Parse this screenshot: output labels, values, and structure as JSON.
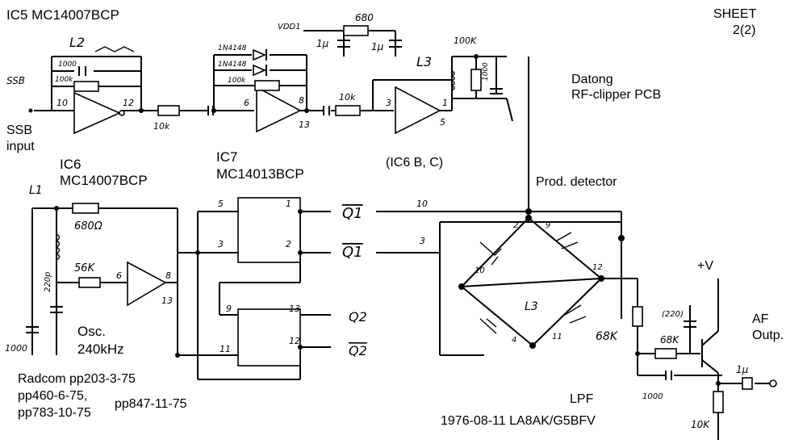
{
  "header": {
    "ic5": "IC5 MC14007BCP",
    "sheet": "SHEET",
    "sheet_num": "2(2)"
  },
  "labels": {
    "vdd": "VDD1",
    "ssb_input_1": "SSB",
    "ssb_input_2": "input",
    "ssb_pin": "SSB",
    "datong_1": "Datong",
    "datong_2": "RF-clipper PCB",
    "ic6bc": "(IC6 B, C)",
    "ic6_1": "IC6",
    "ic6_2": "MC14007BCP",
    "ic7_1": "IC7",
    "ic7_2": "MC14013BCP",
    "prod_det": "Prod. detector",
    "plus_v": "+V",
    "af_1": "AF",
    "af_2": "Outp.",
    "osc_1": "Osc.",
    "osc_2": "240kHz",
    "ref_1": "Radcom pp203-3-75",
    "ref_2": "pp460-6-75,",
    "ref_3": "pp783-10-75",
    "ref_4": "pp847-11-75",
    "lpf": "LPF",
    "date": "1976-08-11 LA8AK/G5BFV"
  },
  "signals": {
    "q1_bar": "Q1",
    "q1_bar_2": "Q1",
    "q2": "Q2",
    "q2_bar": "Q2"
  },
  "components": {
    "r680_top": "680",
    "c1u_a": "1µ",
    "c1u_b": "1µ",
    "r100k_top": "100K",
    "c1000_top": "1000",
    "l3_top": "L3",
    "l2": "L2",
    "c1000_l2": "1000",
    "r100k_l2": "100k",
    "r10k_1": "10k",
    "d1": "1N4148",
    "d2": "1N4148",
    "r100k_ic5b": "100k",
    "r10k_2": "10k",
    "l1": "L1",
    "r680ohm": "680Ω",
    "c220p": "220p",
    "r56k": "56K",
    "c1000_l1": "1000",
    "l3_bridge": "L3",
    "r68k_bridge": "68K",
    "r68k_lpf": "68K",
    "c220_lpf": "(220)",
    "c1000_lpf": "1000",
    "c1u_out": "1µ",
    "r10k_out": "10K"
  },
  "pins": {
    "p10": "10",
    "p12": "12",
    "p6": "6",
    "p8": "8",
    "p13": "13",
    "p3": "3",
    "p1": "1",
    "p5": "5",
    "ic6_6": "6",
    "ic6_8": "8",
    "ic6_13": "13",
    "ff1_5": "5",
    "ff1_3": "3",
    "ff1_1": "1",
    "ff1_2": "2",
    "ff2_9": "9",
    "ff2_11": "11",
    "ff2_13": "13",
    "ff2_12": "12",
    "q1_10": "10",
    "q1b_3": "3",
    "br_2": "2",
    "br_9": "9",
    "br_12": "12",
    "br_10": "10",
    "br_4": "4",
    "br_11": "11"
  }
}
